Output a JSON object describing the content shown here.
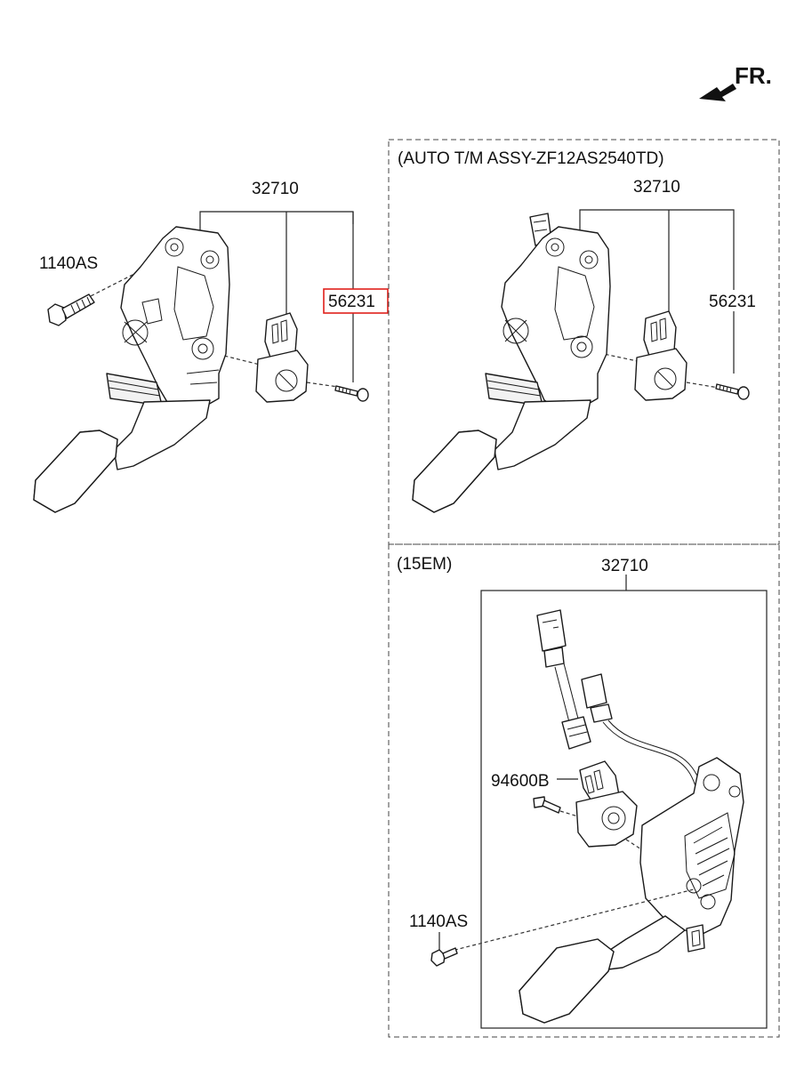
{
  "orientation": {
    "label": "FR.",
    "arrow_icon": "front-direction-arrow-icon"
  },
  "panels": {
    "main": {
      "labels": {
        "assembly": "32710",
        "bolt": "1140AS",
        "sensor": "56231"
      },
      "highlighted": "56231",
      "highlight_color": "#e0201b"
    },
    "auto_tm": {
      "title": "(AUTO T/M ASSY-ZF12AS2540TD)",
      "labels": {
        "assembly": "32710",
        "sensor": "56231"
      }
    },
    "em15": {
      "title": "(15EM)",
      "labels": {
        "assembly": "32710",
        "sensor": "94600B",
        "bolt": "1140AS"
      }
    }
  }
}
